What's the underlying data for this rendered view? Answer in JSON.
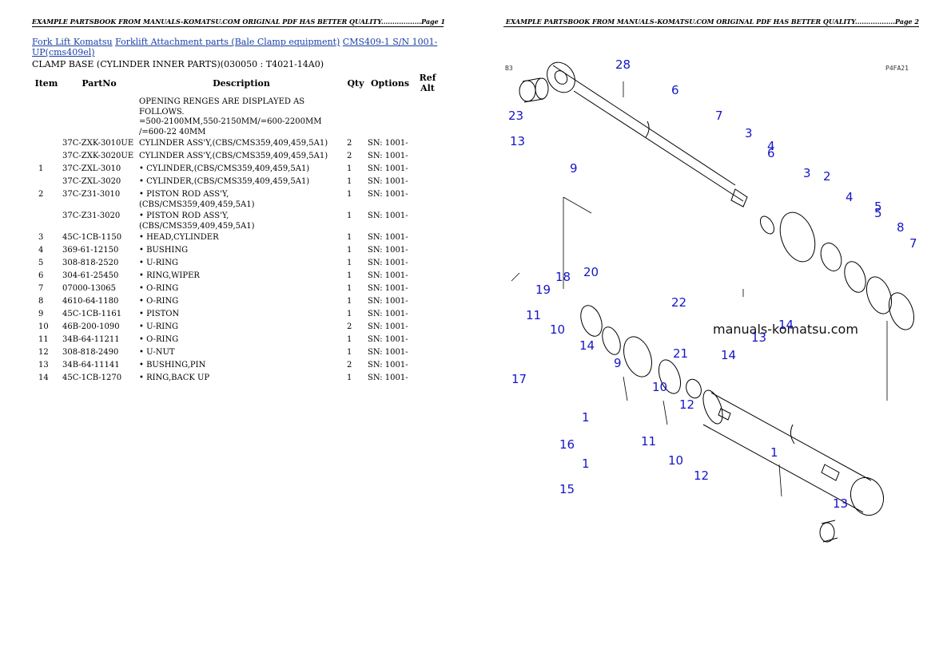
{
  "left_page": {
    "header": "EXAMPLE PARTSBOOK FROM MANUALS-KOMATSU.COM ORIGINAL PDF HAS BETTER QUALITY..................Page 1",
    "breadcrumbs": [
      "Fork Lift Komatsu",
      "Forklift Attachment parts (Bale Clamp equipment)",
      "CMS409-1 S/N 1001-UP(cms409el)"
    ],
    "title": "CLAMP BASE (CYLINDER INNER PARTS)(030050 : T4021-14A0)",
    "columns": [
      "Item",
      "PartNo",
      "Description",
      "Qty",
      "Options",
      "Ref Alt"
    ],
    "note": "OPENING RENGES ARE DISPLAYED AS FOLLOWS.\n=500-2100MM,550-2150MM/=600-2200MM /=600-22 40MM",
    "rows": [
      {
        "item": "",
        "part": "37C-ZXK-3010UE",
        "desc": "CYLINDER ASS'Y,(CBS/CMS359,409,459,5A1)",
        "qty": "2",
        "opt": "SN: 1001-"
      },
      {
        "item": "",
        "part": "37C-ZXK-3020UE",
        "desc": "CYLINDER ASS'Y,(CBS/CMS359,409,459,5A1)",
        "qty": "2",
        "opt": "SN: 1001-"
      },
      {
        "item": "1",
        "part": "37C-ZXL-3010",
        "desc": "• CYLINDER,(CBS/CMS359,409,459,5A1)",
        "qty": "1",
        "opt": "SN: 1001-"
      },
      {
        "item": "",
        "part": "37C-ZXL-3020",
        "desc": "• CYLINDER,(CBS/CMS359,409,459,5A1)",
        "qty": "1",
        "opt": "SN: 1001-"
      },
      {
        "item": "2",
        "part": "37C-Z31-3010",
        "desc": "• PISTON ROD ASS'Y,(CBS/CMS359,409,459,5A1)",
        "qty": "1",
        "opt": "SN: 1001-"
      },
      {
        "item": "",
        "part": "37C-Z31-3020",
        "desc": "• PISTON ROD ASS'Y,(CBS/CMS359,409,459,5A1)",
        "qty": "1",
        "opt": "SN: 1001-"
      },
      {
        "item": "3",
        "part": "45C-1CB-1150",
        "desc": "• HEAD,CYLINDER",
        "qty": "1",
        "opt": "SN: 1001-"
      },
      {
        "item": "4",
        "part": "369-61-12150",
        "desc": "• BUSHING",
        "qty": "1",
        "opt": "SN: 1001-"
      },
      {
        "item": "5",
        "part": "308-818-2520",
        "desc": "• U-RING",
        "qty": "1",
        "opt": "SN: 1001-"
      },
      {
        "item": "6",
        "part": "304-61-25450",
        "desc": "• RING,WIPER",
        "qty": "1",
        "opt": "SN: 1001-"
      },
      {
        "item": "7",
        "part": "07000-13065",
        "desc": "• O-RING",
        "qty": "1",
        "opt": "SN: 1001-"
      },
      {
        "item": "8",
        "part": "4610-64-1180",
        "desc": "• O-RING",
        "qty": "1",
        "opt": "SN: 1001-"
      },
      {
        "item": "9",
        "part": "45C-1CB-1161",
        "desc": "• PISTON",
        "qty": "1",
        "opt": "SN: 1001-"
      },
      {
        "item": "10",
        "part": "46B-200-1090",
        "desc": "• U-RING",
        "qty": "2",
        "opt": "SN: 1001-"
      },
      {
        "item": "11",
        "part": "34B-64-11211",
        "desc": "• O-RING",
        "qty": "1",
        "opt": "SN: 1001-"
      },
      {
        "item": "12",
        "part": "308-818-2490",
        "desc": "• U-NUT",
        "qty": "1",
        "opt": "SN: 1001-"
      },
      {
        "item": "13",
        "part": "34B-64-11141",
        "desc": "• BUSHING,PIN",
        "qty": "2",
        "opt": "SN: 1001-"
      },
      {
        "item": "14",
        "part": "45C-1CB-1270",
        "desc": "• RING,BACK UP",
        "qty": "1",
        "opt": "SN: 1001-"
      }
    ]
  },
  "right_page": {
    "header": "EXAMPLE PARTSBOOK FROM MANUALS-KOMATSU.COM ORIGINAL PDF HAS BETTER QUALITY..................Page 2",
    "watermark": "manuals-komatsu.com",
    "corner_codes": [
      "B3",
      "P4FA21"
    ],
    "callouts": [
      "28",
      "6",
      "7",
      "3",
      "4",
      "6",
      "3",
      "2",
      "4",
      "5",
      "5",
      "8",
      "7",
      "23",
      "13",
      "9",
      "18",
      "20",
      "19",
      "22",
      "11",
      "10",
      "14",
      "14",
      "13",
      "14",
      "9",
      "21",
      "10",
      "12",
      "17",
      "1",
      "16",
      "11",
      "10",
      "1",
      "12",
      "15",
      "1",
      "13"
    ]
  },
  "colors": {
    "link": "#1a3fa8",
    "callout": "#1515c8"
  }
}
